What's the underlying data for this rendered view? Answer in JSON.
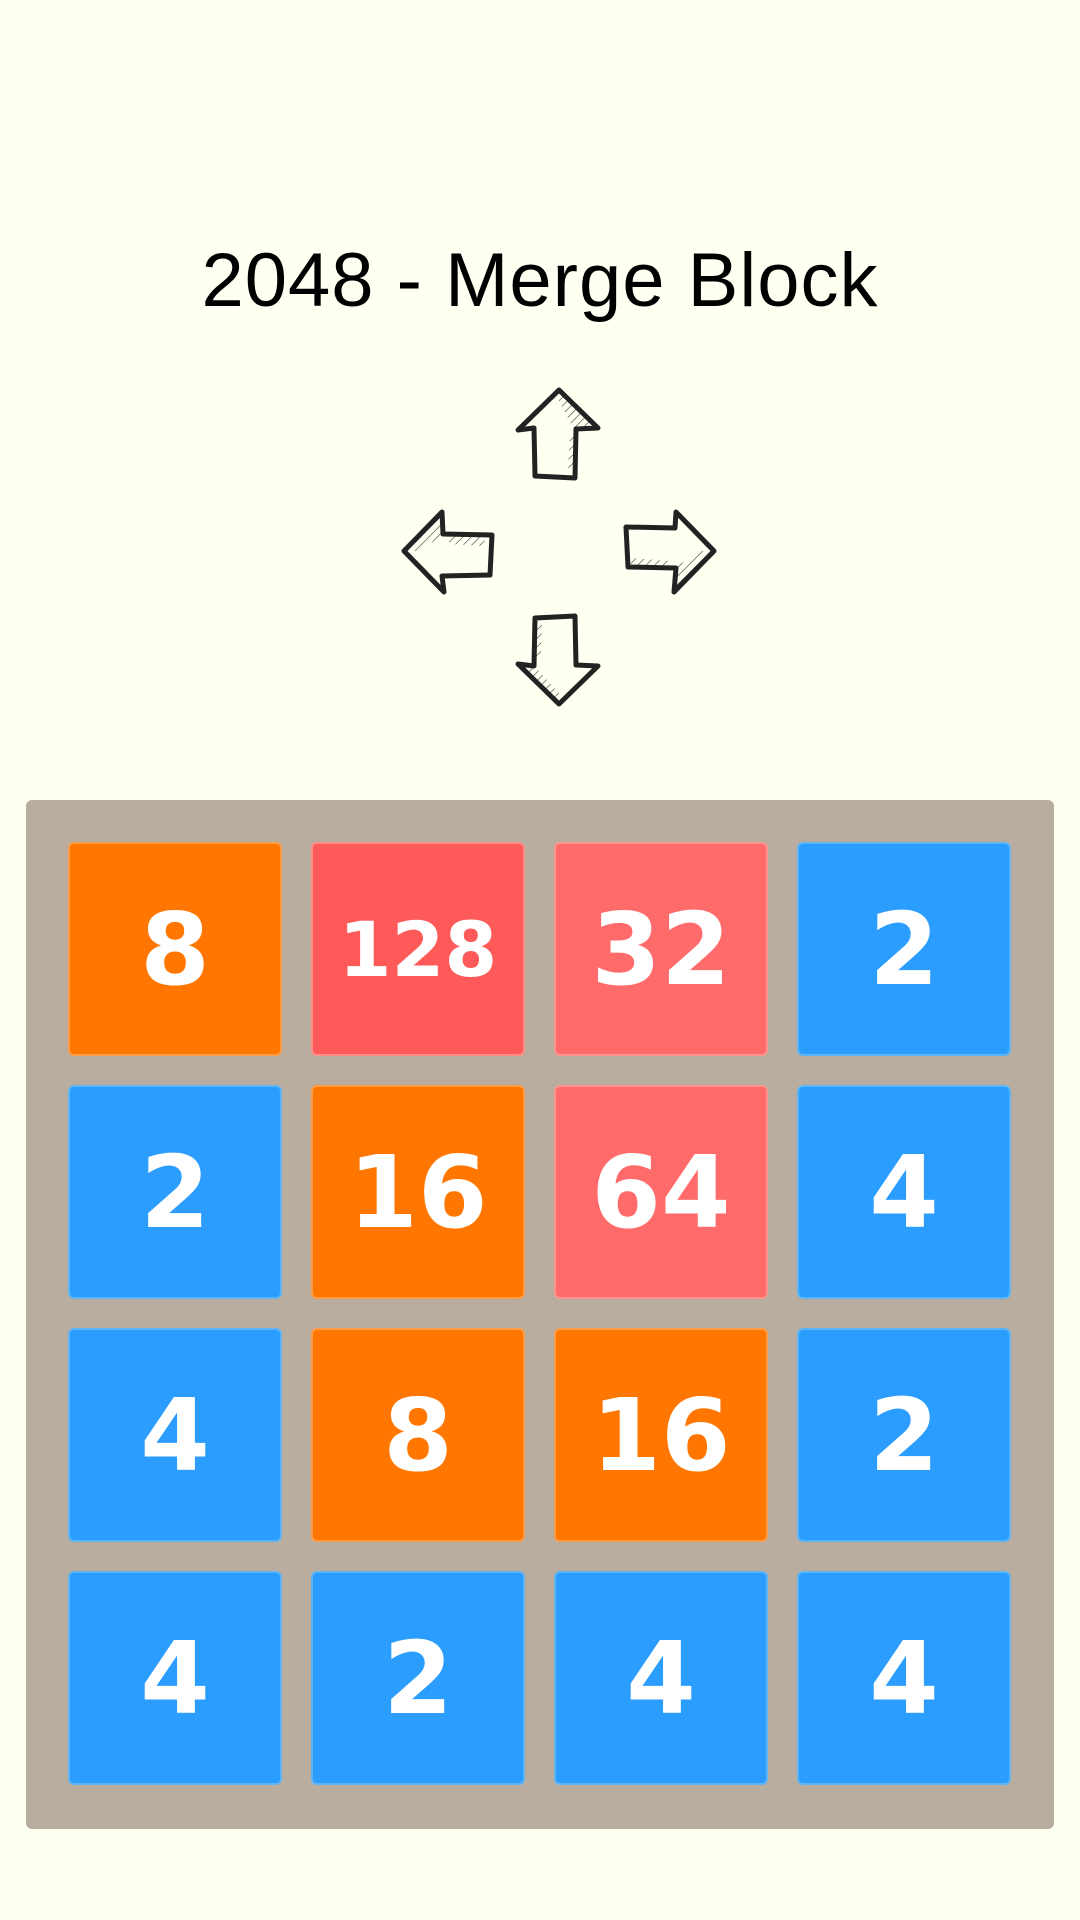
{
  "header": {
    "title": "2048 - Merge Block"
  },
  "controls": {
    "up": {
      "icon": "arrow-up-icon"
    },
    "left": {
      "icon": "arrow-left-icon"
    },
    "right": {
      "icon": "arrow-right-icon"
    },
    "down": {
      "icon": "arrow-down-icon"
    }
  },
  "colors": {
    "background": "#FFFFF2",
    "board": "#B9ADA0",
    "tile_2_4": "#2A9DFF",
    "tile_8_16": "#FF7700",
    "tile_32_64": "#FF6B6B",
    "tile_128": "#FF5A5A",
    "tile_text": "#FFFFFF"
  },
  "board": {
    "rows": [
      [
        "8",
        "128",
        "32",
        "2"
      ],
      [
        "2",
        "16",
        "64",
        "4"
      ],
      [
        "4",
        "8",
        "16",
        "2"
      ],
      [
        "4",
        "2",
        "4",
        "4"
      ]
    ]
  }
}
